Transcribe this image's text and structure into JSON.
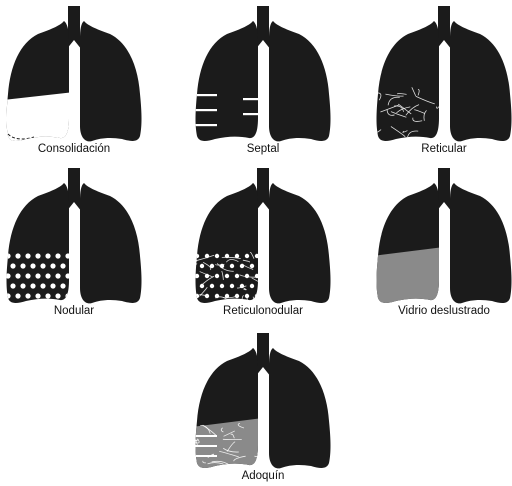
{
  "colors": {
    "lung": "#1b1b1b",
    "background": "#ffffff",
    "ground_glass": "#8a8a8a",
    "marks": "#ffffff"
  },
  "panels": [
    {
      "label": "Consolidación",
      "pattern": "consolidation"
    },
    {
      "label": "Septal",
      "pattern": "septal"
    },
    {
      "label": "Reticular",
      "pattern": "reticular"
    },
    {
      "label": "Nodular",
      "pattern": "nodular"
    },
    {
      "label": "Reticulonodular",
      "pattern": "reticulonodular"
    },
    {
      "label": "Vidrio deslustrado",
      "pattern": "ground-glass"
    },
    {
      "label": "Adoquín",
      "pattern": "crazy-paving"
    }
  ]
}
